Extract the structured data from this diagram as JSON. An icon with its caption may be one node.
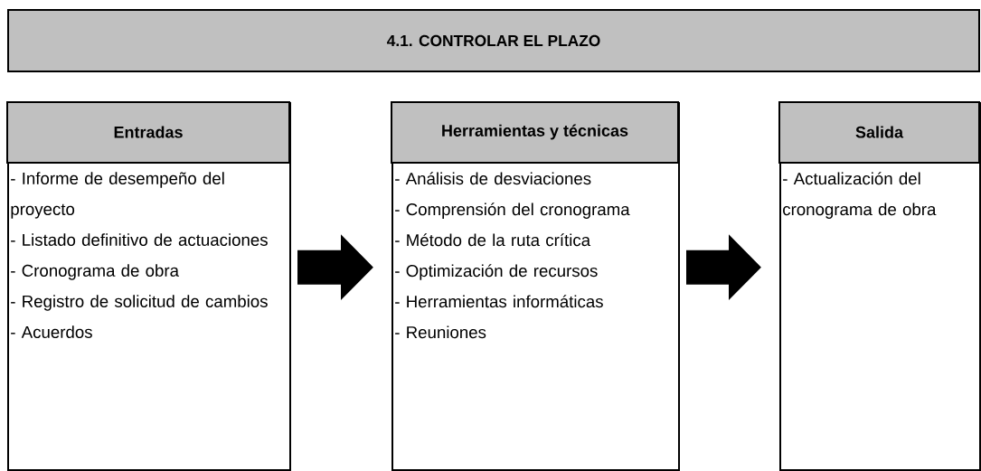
{
  "diagram": {
    "title": "4.1. CONTROLAR EL PLAZO",
    "nodes": [
      {
        "text": [
          "Entradas",
          "- Informe de desempeño del proyecto",
          "- Listado definitivo de actuaciones",
          "- Cronograma de obra",
          "- Registro de solicitud de cambios",
          "- Acuerdos"
        ]
      },
      {
        "text": [
          "Herramientas y técnicas",
          "-  Análisis de desviaciones",
          "- Comprensión del cronograma",
          "- Método de la ruta crítica",
          "- Optimización de recursos",
          "- Herramientas informáticas",
          "- Reuniones"
        ]
      },
      {
        "text": [
          "Salida",
          "- Actualización del cronograma de obra"
        ]
      }
    ],
    "edges": [
      {
        "from": 0,
        "to": 1,
        "arrow": "to"
      },
      {
        "from": 1,
        "to": 2,
        "arrow": "to"
      }
    ]
  }
}
